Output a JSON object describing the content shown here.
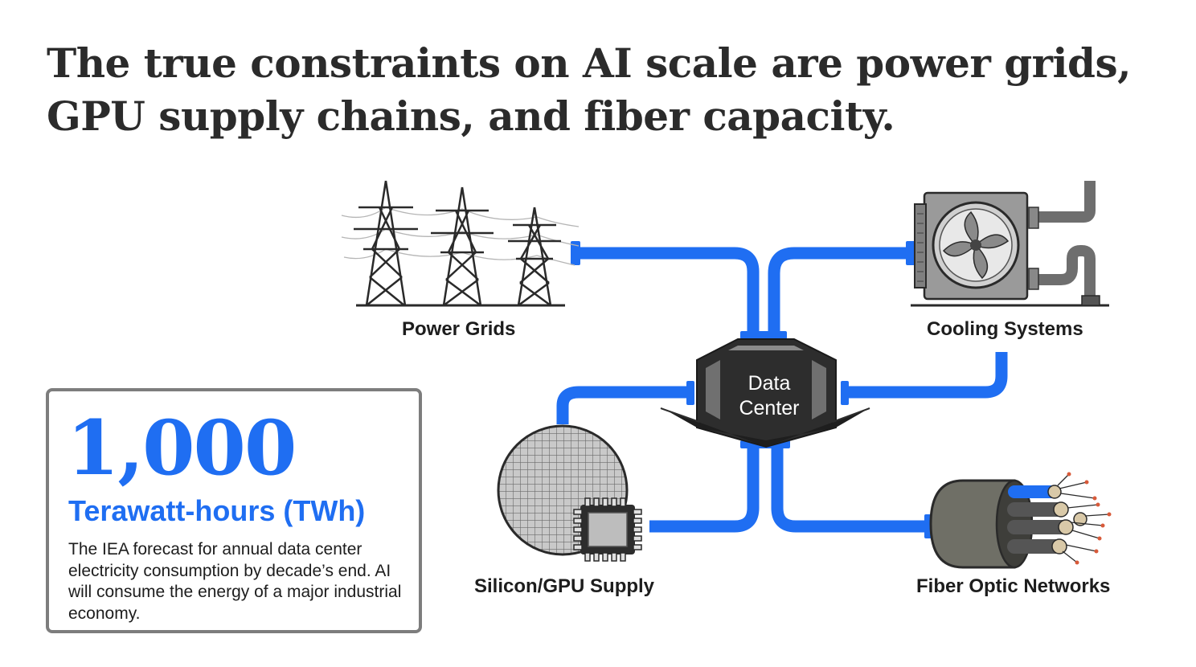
{
  "headline": "The true constraints on AI scale are power grids, GPU supply chains, and fiber capacity.",
  "nodes": {
    "power_grids": "Power Grids",
    "cooling_systems": "Cooling Systems",
    "data_center_line1": "Data",
    "data_center_line2": "Center",
    "silicon_gpu": "Silicon/GPU Supply",
    "fiber_optic": "Fiber Optic Networks"
  },
  "stat": {
    "value": "1,000",
    "unit": "Terawatt-hours (TWh)",
    "description": "The IEA forecast for annual data center electricity consumption by decade’s end. AI will consume the energy of a major industrial economy."
  },
  "colors": {
    "connector": "#1f6ef2",
    "accent_text": "#1f6ef2",
    "hub": "#2d2d2d",
    "card_border": "#7d7d7d"
  },
  "icons": [
    "power-tower-icon",
    "cooling-fan-icon",
    "data-center-hub-icon",
    "silicon-wafer-icon",
    "gpu-chip-icon",
    "fiber-cable-icon"
  ]
}
